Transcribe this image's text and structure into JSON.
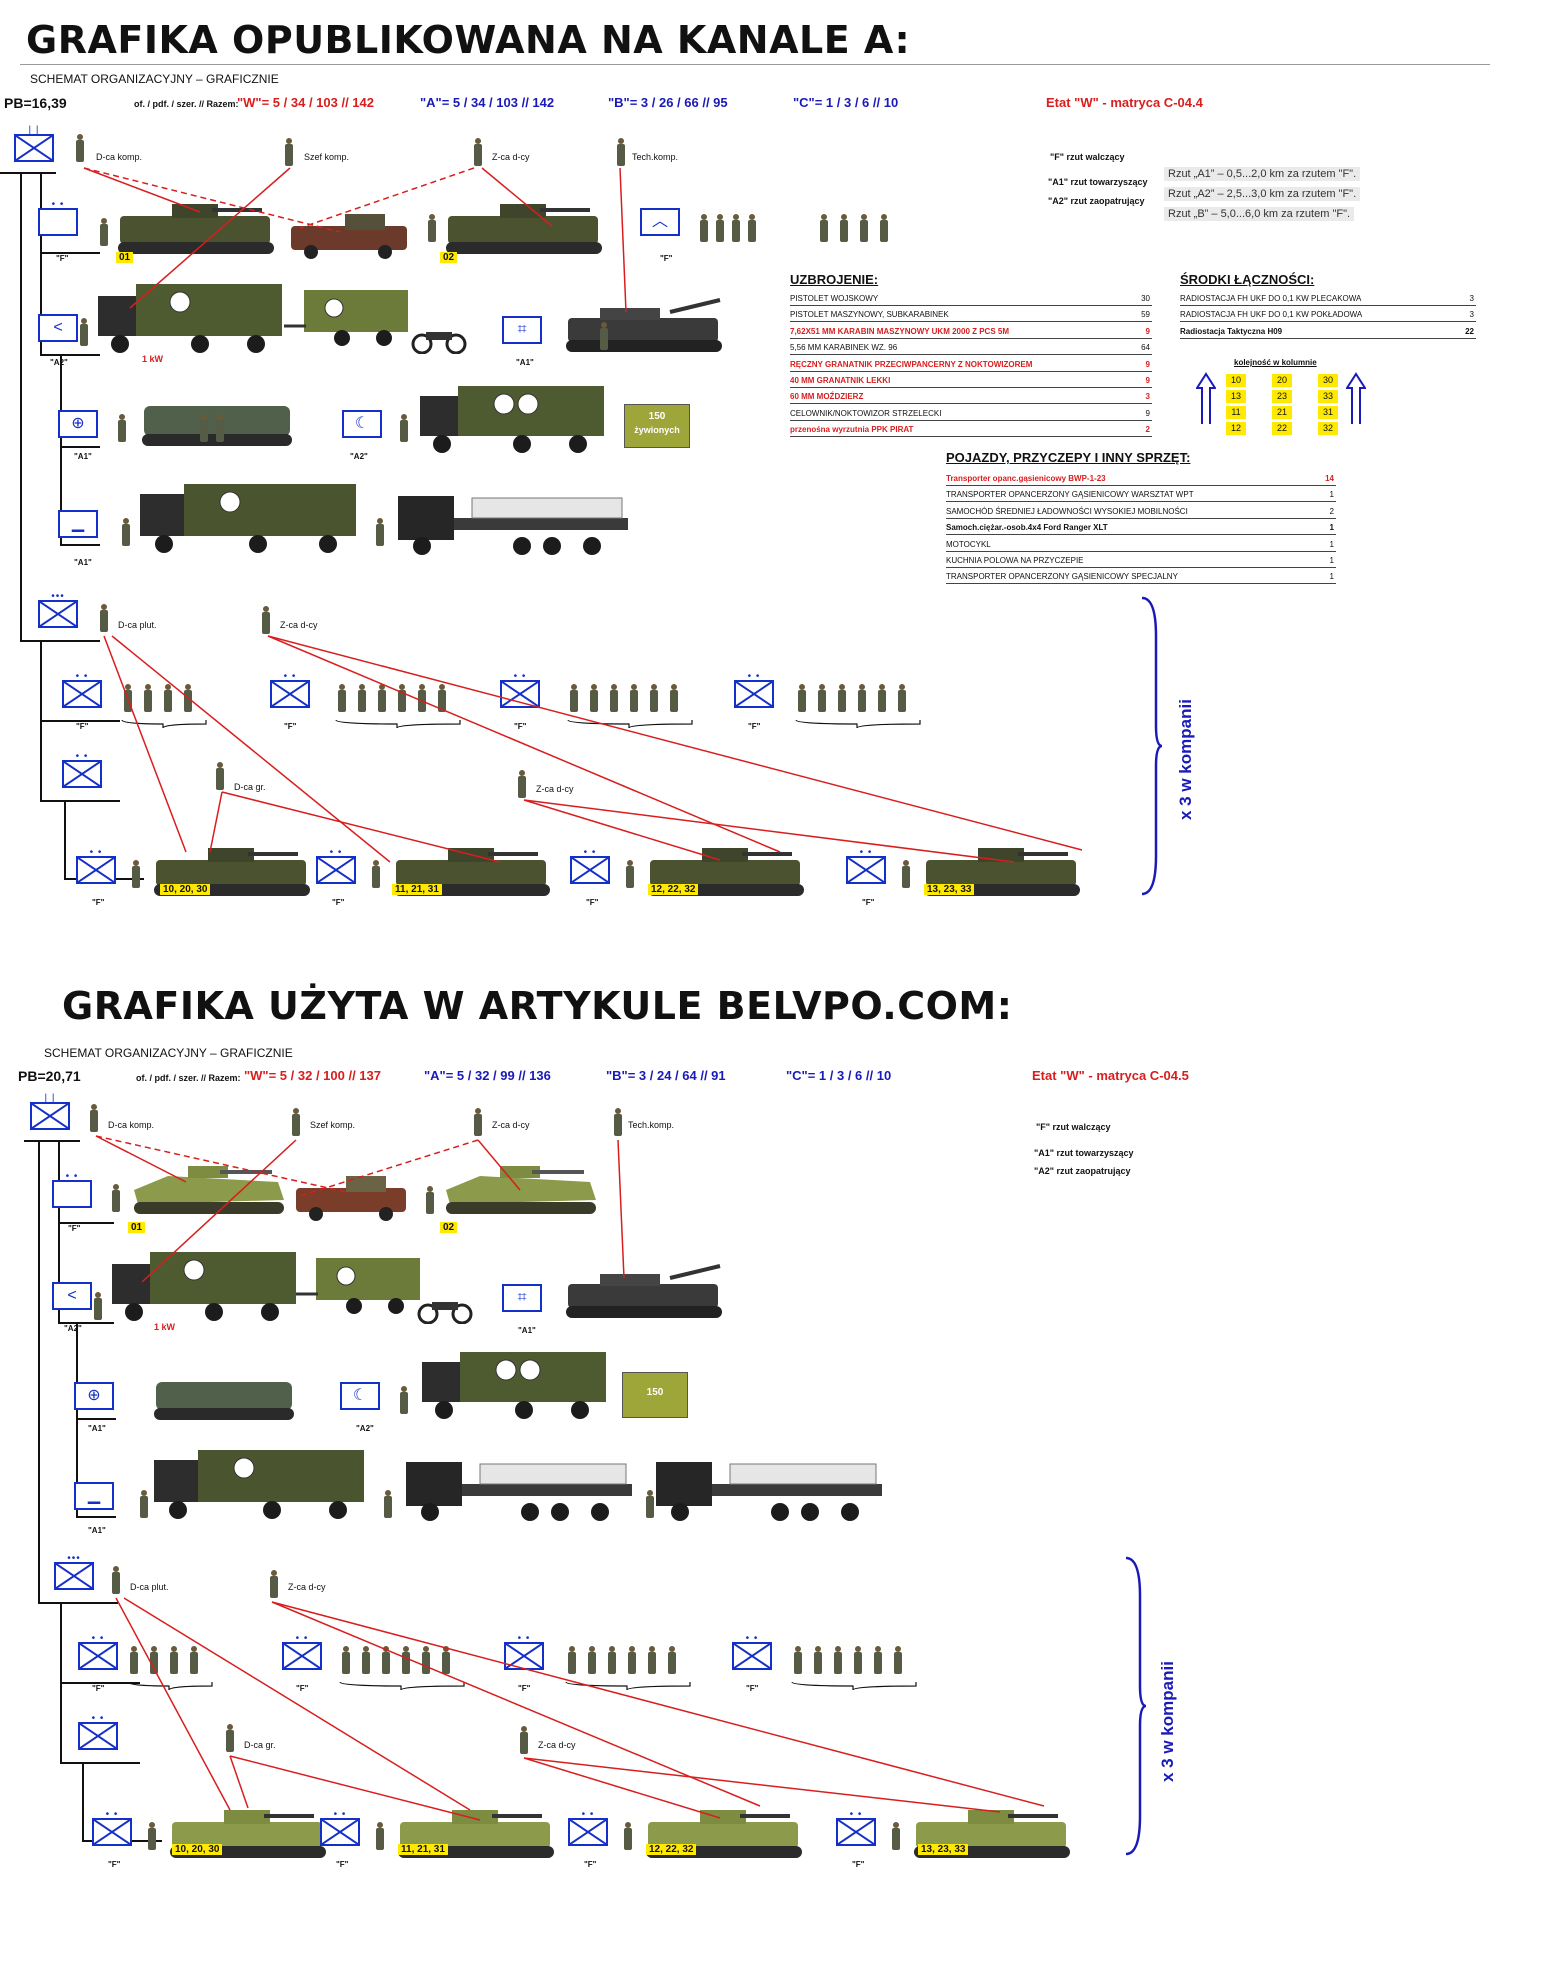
{
  "top": {
    "heading": "GRAFIKA OPUBLIKOWANA NA KANALE A:",
    "schemat": "SCHEMAT ORGANIZACYJNY – GRAFICZNIE",
    "pb": "PB=16,39",
    "razem_label": "of. / pdf. / szer. // Razem:",
    "w": "\"W\"= 5 / 34 / 103 // 142",
    "a": "\"A\"= 5 / 34 / 103 // 142",
    "b": "\"B\"= 3 / 26 / 66 // 95",
    "c": "\"C\"= 1 / 3 / 6 // 10",
    "etat": "Etat \"W\" - matryca C-04.4",
    "legend": [
      "\"F\"  rzut walczący",
      "\"A1\" rzut towarzyszący",
      "\"A2\" rzut zaopatrujący"
    ],
    "rzuty": [
      "Rzut „A1” – 0,5...2,0 km za rzutem \"F\".",
      "Rzut „A2” – 2,5...3,0 km za rzutem \"F\".",
      "Rzut „B” – 5,0...6,0 km za rzutem \"F\"."
    ],
    "persons": {
      "dca_komp": "D-ca komp.",
      "szef": "Szef komp.",
      "zca": "Z-ca d-cy",
      "tech": "Tech.komp."
    },
    "rows": {
      "f_tag": "\"F\"",
      "a1_tag": "\"A1\"",
      "a2_tag": "\"A2\"",
      "n01": "01",
      "n02": "02",
      "kw": "1 kW",
      "box150": "150",
      "box150b": "żywionych"
    },
    "uzbrojenie": {
      "title": "UZBROJENIE:",
      "items": [
        {
          "name": "PISTOLET WOJSKOWY",
          "n": "30"
        },
        {
          "name": "PISTOLET MASZYNOWY, SUBKARABINEK",
          "n": "59"
        },
        {
          "name": "7,62X51 MM KARABIN MASZYNOWY UKM 2000 Z PCS 5M",
          "n": "9",
          "hl": true
        },
        {
          "name": "5,56 MM KARABINEK WZ. 96",
          "n": "64"
        },
        {
          "name": "RĘCZNY GRANATNIK PRZECIWPANCERNY Z NOKTOWIZOREM",
          "n": "9",
          "hl": true
        },
        {
          "name": "40 MM GRANATNIK LEKKI",
          "n": "9",
          "hl": true
        },
        {
          "name": "60 MM MOŹDZIERZ",
          "n": "3",
          "hl": true
        },
        {
          "name": "CELOWNIK/NOKTOWIZOR STRZELECKI",
          "n": "9"
        },
        {
          "name": "przenośna wyrzutnia PPK PIRAT",
          "n": "2",
          "hl": true
        }
      ]
    },
    "lacznosc": {
      "title": "ŚRODKI ŁĄCZNOŚCI:",
      "items": [
        {
          "name": "RADIOSTACJA FH UKF DO 0,1 KW PLECAKOWA",
          "n": "3"
        },
        {
          "name": "RADIOSTACJA FH UKF DO 0,1 KW POKŁADOWA",
          "n": "3"
        },
        {
          "name": "Radiostacja Taktyczna H09",
          "n": "22",
          "bold": true
        }
      ]
    },
    "kolejnosc": {
      "title": "kolejność w kolumnie",
      "cols": [
        [
          "10",
          "13",
          "11",
          "12"
        ],
        [
          "20",
          "23",
          "21",
          "22"
        ],
        [
          "30",
          "33",
          "31",
          "32"
        ]
      ]
    },
    "pojazdy": {
      "title": "POJAZDY, PRZYCZEPY I INNY SPRZĘT:",
      "items": [
        {
          "name": "Transporter opanc.gąsienicowy BWP-1-23",
          "n": "14",
          "hl": true
        },
        {
          "name": "TRANSPORTER OPANCERZONY GĄSIENICOWY WARSZTAT WPT",
          "n": "1"
        },
        {
          "name": "SAMOCHÓD ŚREDNIEJ ŁADOWNOŚCI WYSOKIEJ MOBILNOŚCI",
          "n": "2"
        },
        {
          "name": "Samoch.ciężar.-osob.4x4 Ford Ranger XLT",
          "n": "1",
          "bold": true
        },
        {
          "name": "MOTOCYKL",
          "n": "1"
        },
        {
          "name": "KUCHNIA POLOWA NA PRZYCZEPIE",
          "n": "1"
        },
        {
          "name": "TRANSPORTER OPANCERZONY GĄSIENICOWY SPECJALNY",
          "n": "1"
        }
      ]
    },
    "platoon": {
      "dca_plut": "D-ca plut.",
      "zca": "Z-ca d-cy",
      "dca_gr": "D-ca gr.",
      "zca2": "Z-ca d-cy"
    },
    "nums": [
      "10, 20, 30",
      "11, 21, 31",
      "12, 22, 32",
      "13, 23, 33"
    ],
    "x3": "x 3 w kompanii"
  },
  "bottom": {
    "heading": "GRAFIKA UŻYTA W ARTYKULE BELVPO.COM:",
    "schemat": "SCHEMAT ORGANIZACYJNY – GRAFICZNIE",
    "pb": "PB=20,71",
    "razem_label": "of. / pdf. / szer. // Razem:",
    "w": "\"W\"= 5 / 32 / 100 // 137",
    "a": "\"A\"= 5 / 32 / 99 // 136",
    "b": "\"B\"= 3 / 24 / 64 // 91",
    "c": "\"C\"= 1 / 3 / 6 // 10",
    "etat": "Etat \"W\" - matryca C-04.5",
    "legend": [
      "\"F\"  rzut walczący",
      "\"A1\" rzut towarzyszący",
      "\"A2\" rzut zaopatrujący"
    ],
    "persons": {
      "dca_komp": "D-ca komp.",
      "szef": "Szef komp.",
      "zca": "Z-ca d-cy",
      "tech": "Tech.komp."
    },
    "rows": {
      "f_tag": "\"F\"",
      "a1_tag": "\"A1\"",
      "a2_tag": "\"A2\"",
      "n01": "01",
      "n02": "02",
      "kw": "1 kW",
      "box150": "150"
    },
    "platoon": {
      "dca_plut": "D-ca plut.",
      "zca": "Z-ca d-cy",
      "dca_gr": "D-ca gr.",
      "zca2": "Z-ca d-cy"
    },
    "nums": [
      "10, 20, 30",
      "11, 21, 31",
      "12, 22, 32",
      "13, 23, 33"
    ],
    "x3": "x 3 w kompanii"
  },
  "colors": {
    "symbol": "#1530c8",
    "red": "#d81e1e",
    "blue_text": "#1a1ab8",
    "highlight": "#ffe900",
    "camo_green": "#4f5a2e",
    "olive": "#8a9a4a"
  }
}
